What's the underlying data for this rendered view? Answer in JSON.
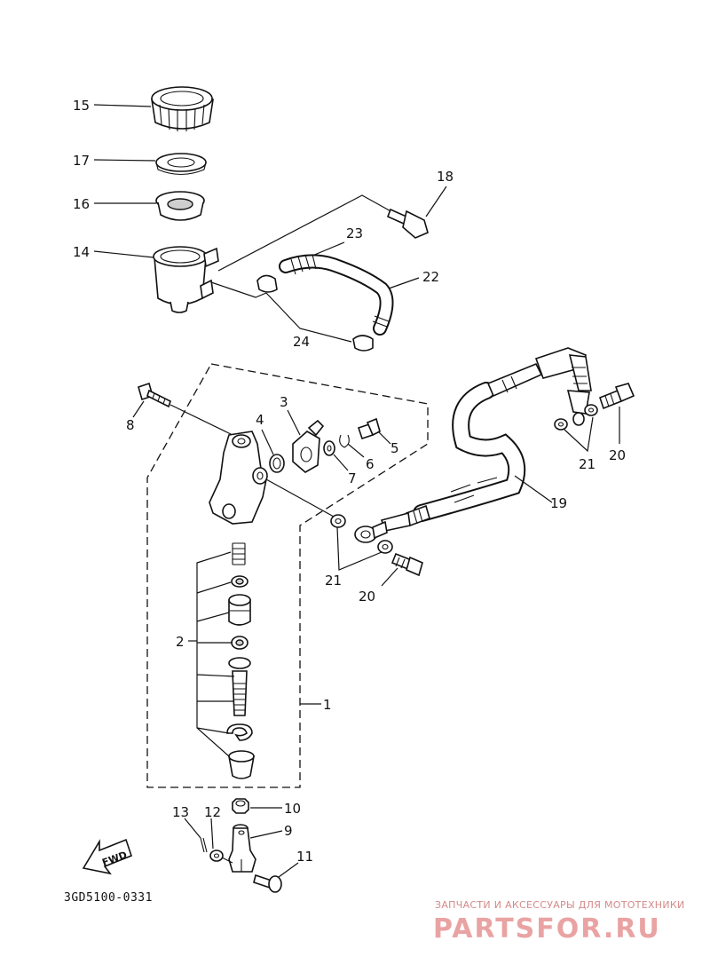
{
  "labels": {
    "l1": "1",
    "l2": "2",
    "l3": "3",
    "l4": "4",
    "l5": "5",
    "l6": "6",
    "l7": "7",
    "l8": "8",
    "l9": "9",
    "l10": "10",
    "l11": "11",
    "l12": "12",
    "l13": "13",
    "l14": "14",
    "l15": "15",
    "l16": "16",
    "l17": "17",
    "l18": "18",
    "l19": "19",
    "l20a": "20",
    "l20b": "20",
    "l21a": "21",
    "l21b": "21",
    "l22": "22",
    "l23": "23",
    "l24": "24"
  },
  "diagram_code": "3GD5100-0331",
  "fwd_label": "FWD",
  "watermark": {
    "tagline": "ЗАПЧАСТИ И АКСЕССУАРЫ ДЛЯ МОТОТЕХНИКИ",
    "brand": "PARTSFOR.RU"
  }
}
